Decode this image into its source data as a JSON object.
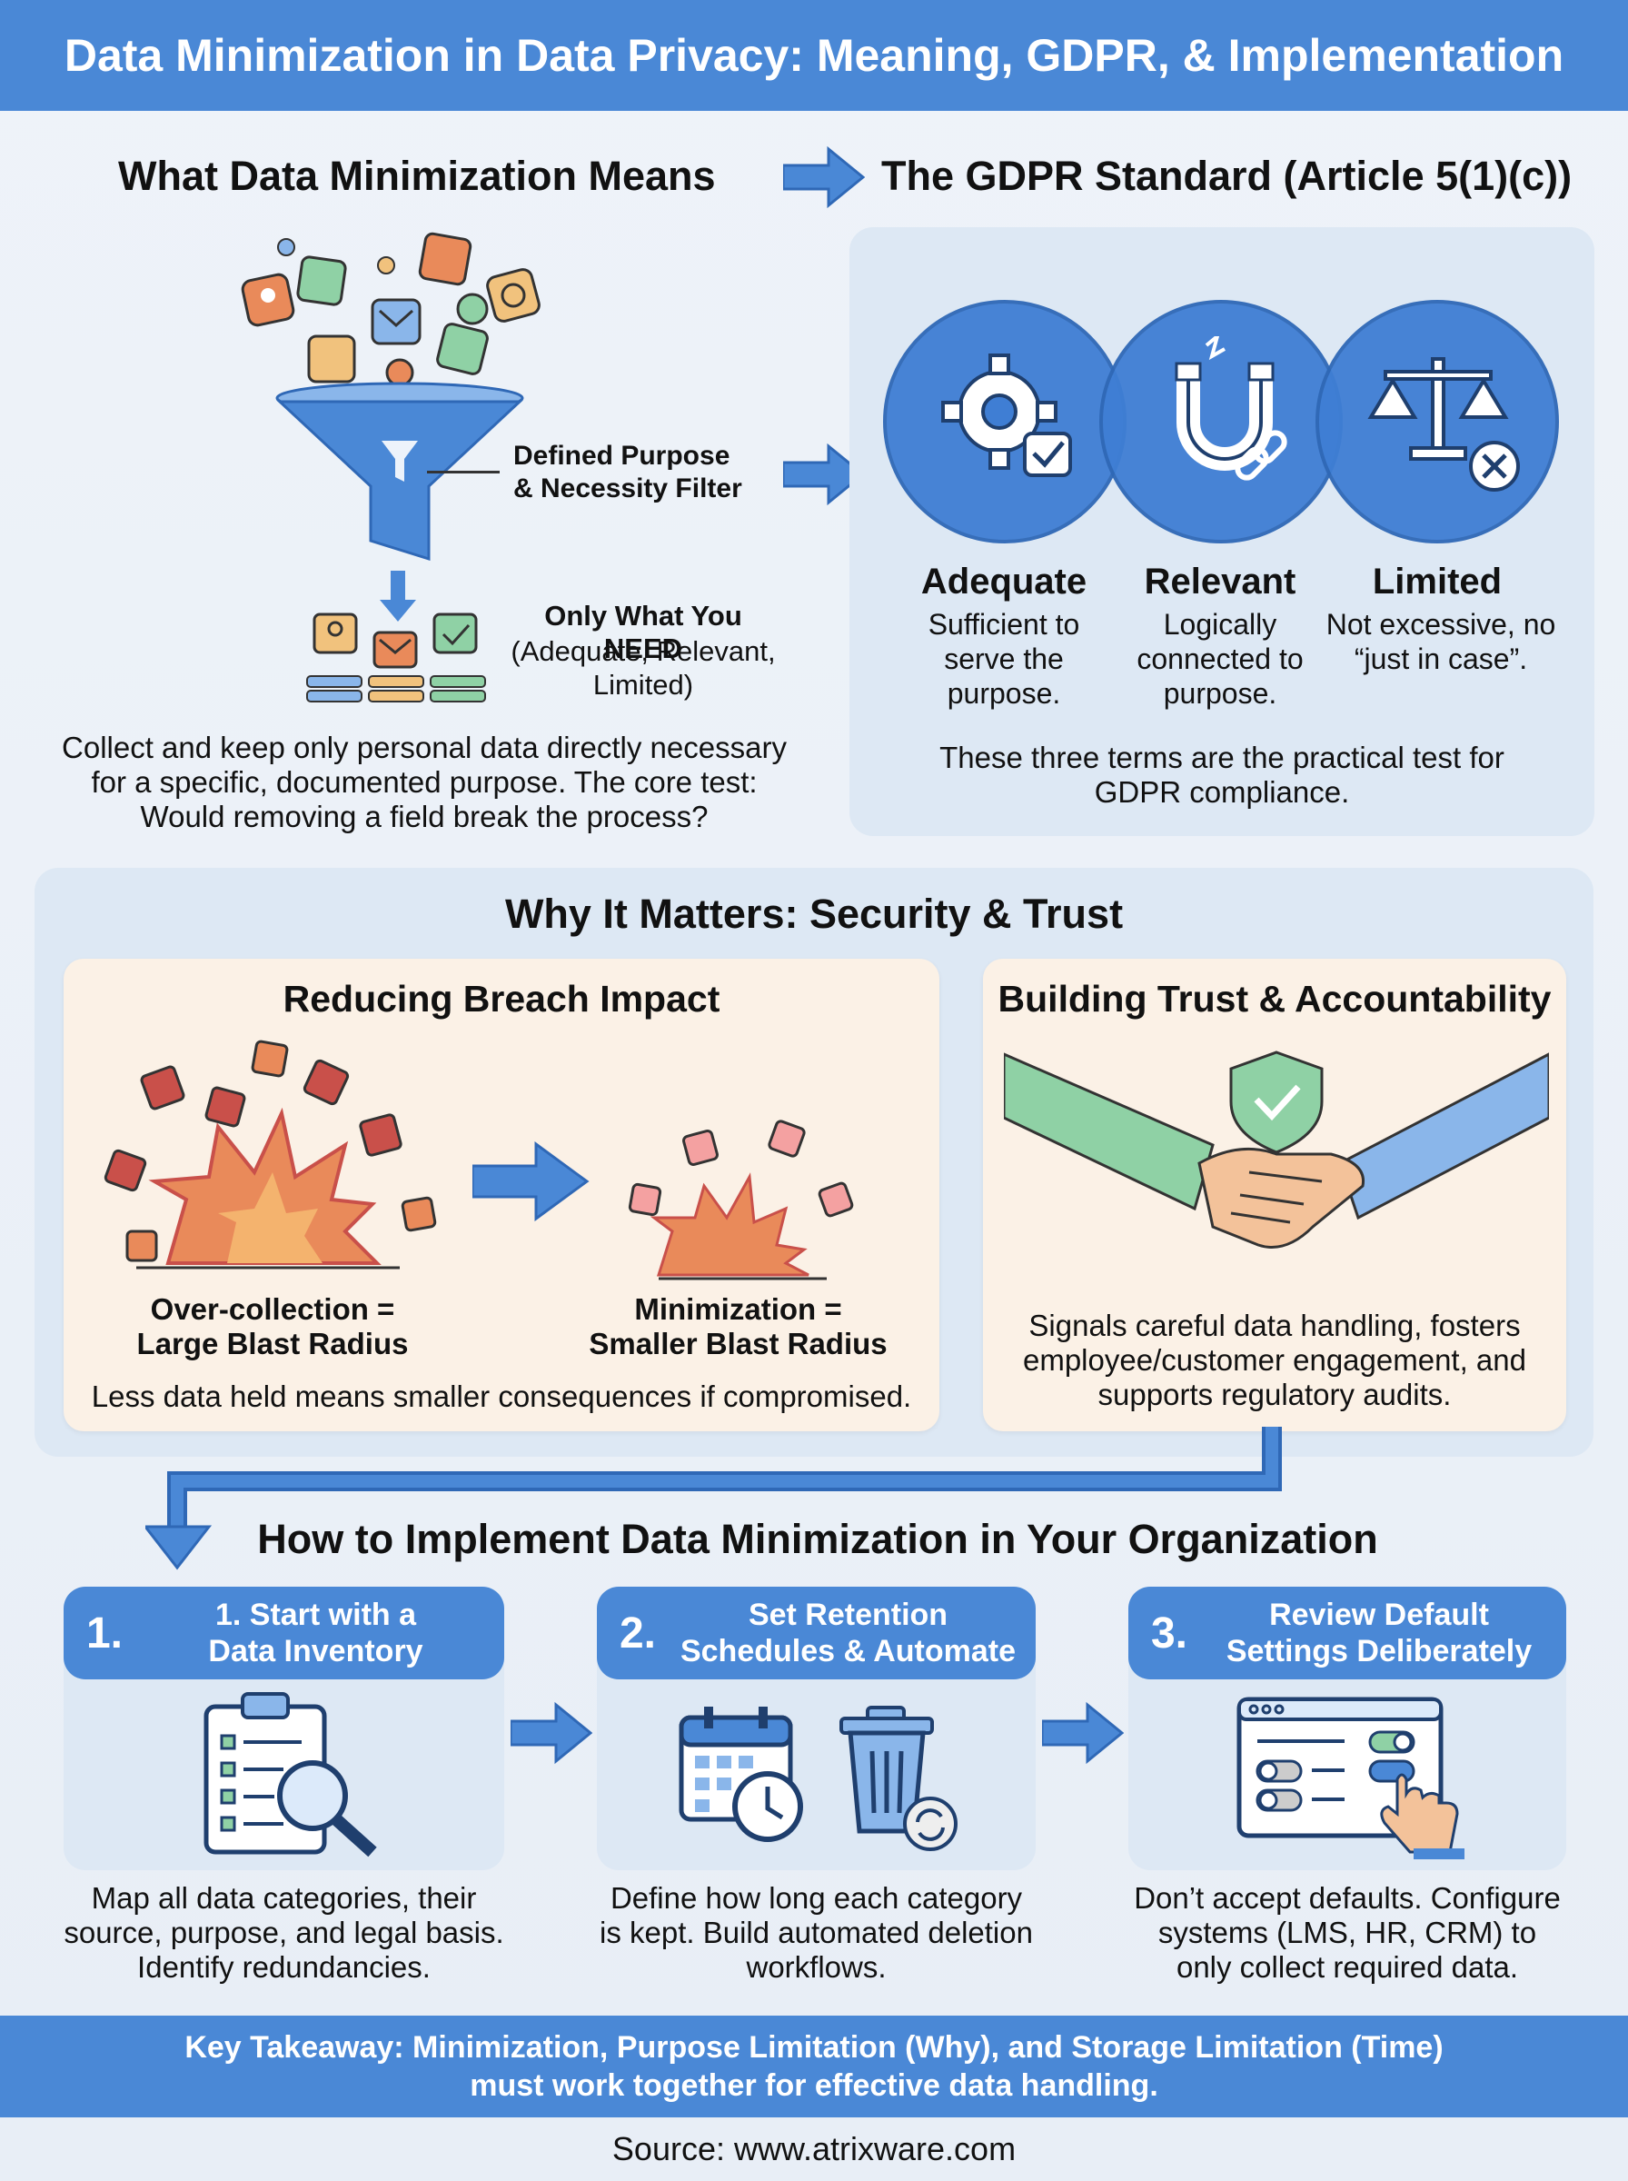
{
  "title": "Data Minimization in Data Privacy: Meaning, GDPR, & Implementation",
  "meaning": {
    "heading": "What Data Minimization Means",
    "filter_label": "Defined Purpose\n& Necessity Filter",
    "need_title": "Only What You NEED",
    "need_sub": "(Adequate, Relevant,\nLimited)",
    "description": "Collect and keep only personal data directly necessary for a specific, documented purpose. The core test: Would removing a field break the process?"
  },
  "gdpr": {
    "heading": "The GDPR Standard (Article 5(1)(c))",
    "terms": [
      {
        "title": "Adequate",
        "desc": "Sufficient to serve the purpose."
      },
      {
        "title": "Relevant",
        "desc": "Logically connected to purpose."
      },
      {
        "title": "Limited",
        "desc": "Not excessive, no “just in case”."
      }
    ],
    "note": "These three terms are the practical test for GDPR compliance."
  },
  "why": {
    "heading": "Why It Matters: Security & Trust",
    "breach": {
      "heading": "Reducing Breach Impact",
      "left_caption": "Over-collection =\nLarge Blast Radius",
      "right_caption": "Minimization =\nSmaller Blast Radius",
      "desc": "Less data held means smaller consequences if compromised."
    },
    "trust": {
      "heading": "Building Trust & Accountability",
      "desc": "Signals careful data handling, fosters employee/customer engagement, and supports regulatory audits."
    }
  },
  "implement": {
    "heading": "How to Implement Data Minimization in Your Organization",
    "steps": [
      {
        "num": "1.",
        "title": "1. Start with a\nData Inventory",
        "desc": "Map all data categories, their source, purpose, and legal basis. Identify redundancies."
      },
      {
        "num": "2.",
        "title": "Set Retention\nSchedules & Automate",
        "desc": "Define how long each category is kept. Build automated deletion workflows."
      },
      {
        "num": "3.",
        "title": "Review Default\nSettings Deliberately",
        "desc": "Don’t accept defaults. Configure systems (LMS, HR, CRM) to only collect required data."
      }
    ]
  },
  "takeaway": "Key Takeaway: Minimization, Purpose Limitation (Why), and Storage Limitation (Time)\nmust work together for effective data handling.",
  "source": "Source: www.atrixware.com",
  "colors": {
    "brand_blue": "#4a88d6",
    "panel_blue": "#dde8f4",
    "cream": "#fbf1e6",
    "green": "#8fd1a5",
    "orange": "#e98a5a"
  }
}
